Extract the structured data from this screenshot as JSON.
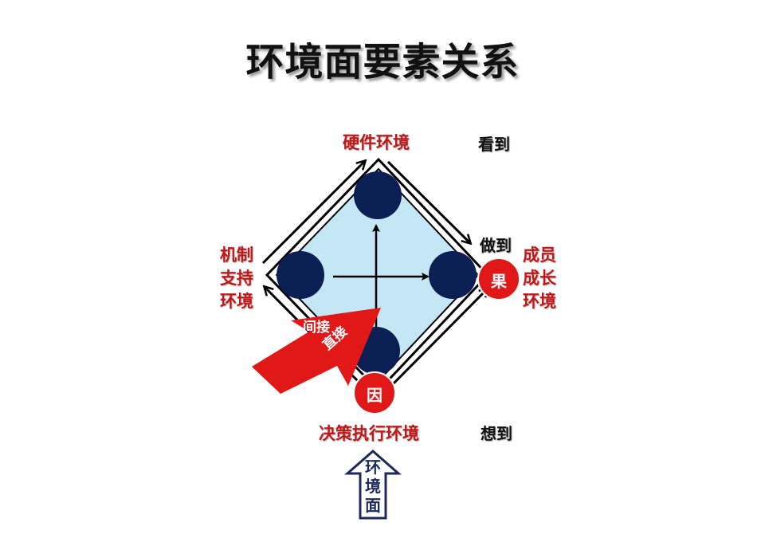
{
  "title": "环境面要素关系",
  "labels": {
    "top_red": "硬件环境",
    "top_black": "看到",
    "right_black": "做到",
    "bottom_red": "决策执行环境",
    "bottom_black": "想到",
    "left_red": "机制\n支持\n环境",
    "right_red": "成员\n成长\n环境"
  },
  "nodes": {
    "cause": "因",
    "effect": "果"
  },
  "big_arrow": {
    "indirect": "间接",
    "direct": "直接"
  },
  "bottom_arrow": "环\n境\n面",
  "colors": {
    "diamond_fill": "#c4e6f5",
    "node_fill": "#0b1f54",
    "red": "#e01818",
    "text_red": "#c01818"
  }
}
